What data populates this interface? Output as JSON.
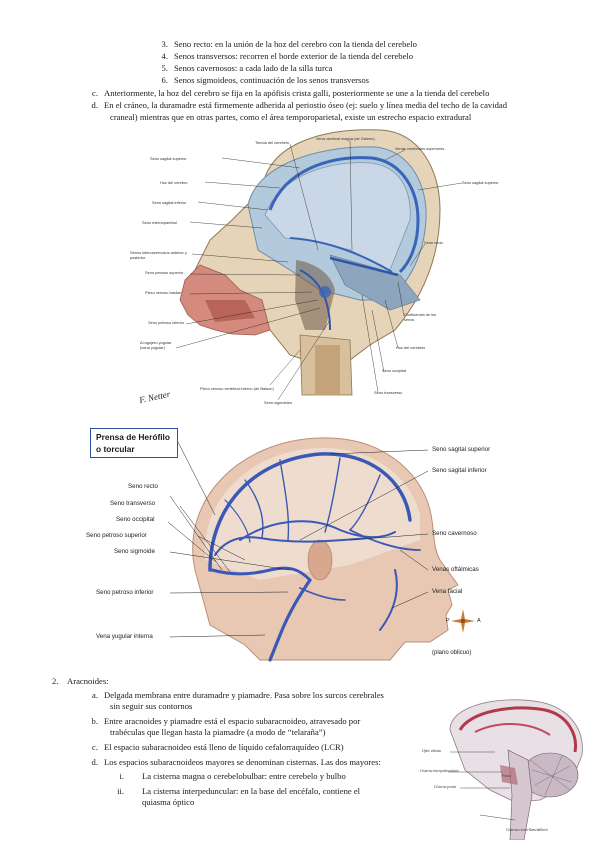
{
  "top_list": [
    {
      "n": "3.",
      "text": "Seno recto: en la unión de la hoz del cerebro con la tienda del cerebelo"
    },
    {
      "n": "4.",
      "text": "Senos transversos: recorren el borde exterior de la tienda del cerebelo"
    },
    {
      "n": "5.",
      "text": "Senos cavernosos: a cada lado de la silla turca"
    },
    {
      "n": "6.",
      "text": "Senos sigmoideos, continuación de los senos transversos"
    }
  ],
  "item_c": {
    "marker": "c.",
    "text": "Anteriormente, la hoz del cerebro se fija en la apófisis crista galli, posteriormente se une a la tienda del cerebelo"
  },
  "item_d": {
    "marker": "d.",
    "line1": "En el cráneo, la duramadre está firmemente adherida al periostio óseo (ej: suelo y línea media del techo de la cavidad",
    "line2": "craneal) mientras que en otras partes, como el área temporoparietal, existe un estrecho espacio extradural"
  },
  "fig1": {
    "labels_left": [
      "Seno sagital superior",
      "Hoz del cerebro",
      "Seno sagital inferior",
      "Seno esfenoparietal",
      "Senos intercavernosos anterior y posterior",
      "Seno petroso superior",
      "Plexo venoso basilar",
      "Seno petroso inferior",
      "Al agujero yugular (vena yugular)"
    ],
    "labels_top": [
      "Tienda del cerebelo",
      "Vena cerebral magna (de Galeno)",
      "Venas cerebrales superiores"
    ],
    "labels_right": [
      "Seno sagital superior",
      "Seno recto",
      "Confluencia de los senos",
      "Hoz del cerebelo",
      "Seno occipital",
      "Seno transverso"
    ],
    "labels_bottom": [
      "Plexo venoso vertebral interno (de Batson)",
      "Seno sigmoideo"
    ],
    "signature": "F. Netter"
  },
  "fig2": {
    "callout": [
      "Prensa de Herófilo",
      "o torcular"
    ],
    "labels_left": [
      "Seno recto",
      "Seno transverso",
      "Seno occipital",
      "Seno petroso superior",
      "Seno sigmoide",
      "Seno petroso inferior",
      "Vena yugular interna"
    ],
    "labels_right": [
      "Seno sagital superior",
      "Seno sagital inferior",
      "Seno cavernoso",
      "Venas oftálmicas",
      "Vena facial"
    ],
    "compass": {
      "p": "P",
      "a": "A",
      "plane": "(plano oblicuo)"
    }
  },
  "section2": {
    "marker": "2.",
    "title": "Aracnoides:",
    "items": [
      {
        "m": "a.",
        "l1": "Delgada membrana entre duramadre y piamadre. Pasa sobre los surcos cerebrales",
        "l2": "sin seguir sus contornos"
      },
      {
        "m": "b.",
        "l1": "Entre aracnoides y piamadre está el espacio subaracnoideo, atravesado por",
        "l2": "trabéculas que llegan hasta la piamadre (a modo de “telaraña”)"
      },
      {
        "m": "c.",
        "l1": "El espacio subaracnoideo está lleno de líquido cefalorraquídeo (LCR)"
      },
      {
        "m": "d.",
        "l1": "Los espacios subaracnoideos mayores se denominan cisternas. Las dos mayores:"
      }
    ],
    "sub": [
      {
        "m": "i.",
        "l1": "La cisterna magna o cerebelobulbar: entre cerebelo y bulbo"
      },
      {
        "m": "ii.",
        "l1": "La cisterna interpeduncular: en la base del encéfalo, contiene el",
        "l2": "quiasma óptico"
      }
    ]
  },
  "fig3": {
    "labels": [
      "Optic chiasm",
      "Cisterna interpeduncularis",
      "Cisterna pontis",
      "Fossa",
      "Cisterna cerebellomedullaris"
    ]
  }
}
